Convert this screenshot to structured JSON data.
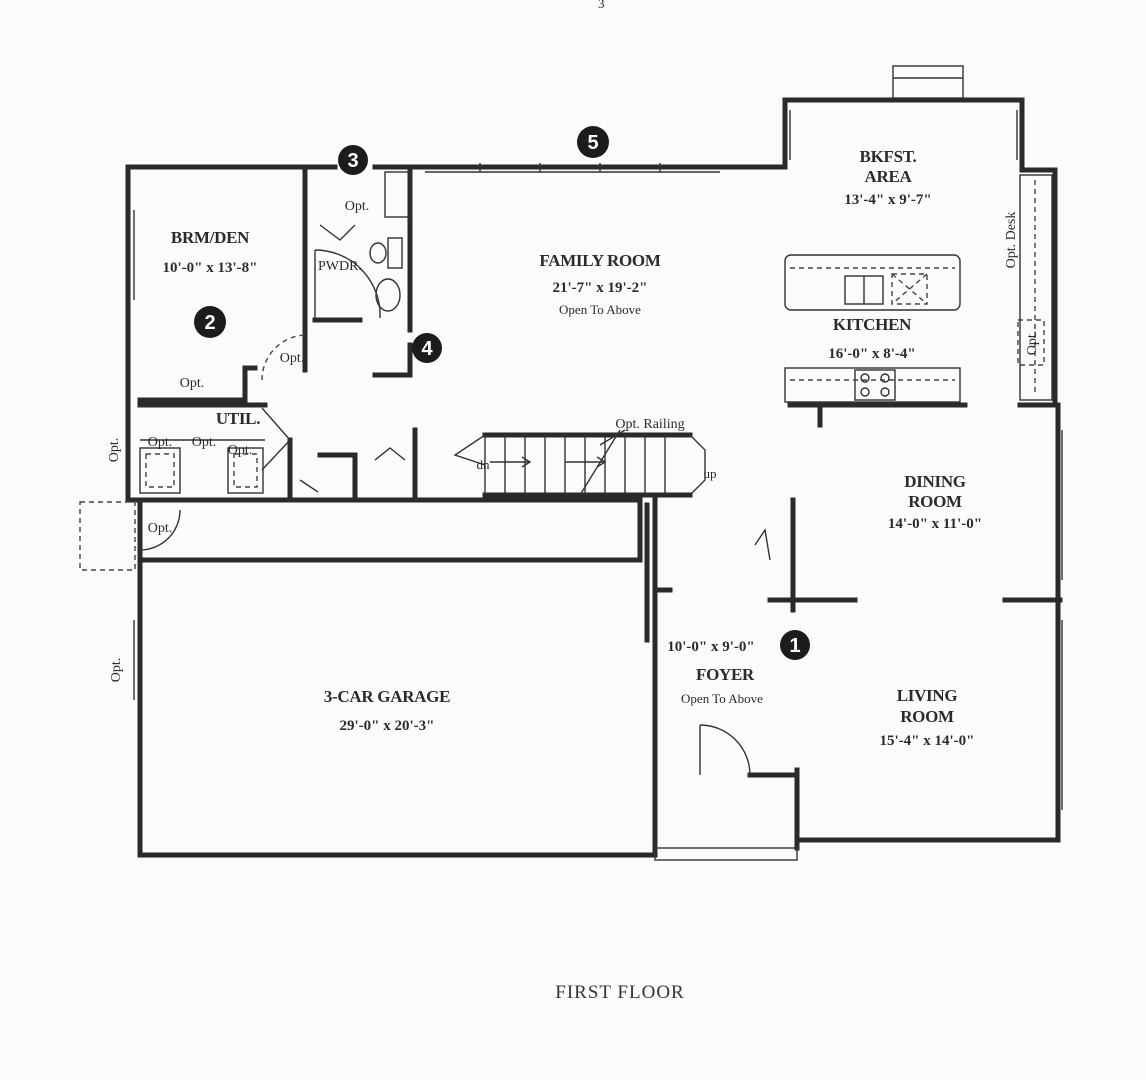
{
  "page": {
    "top_mark": "3",
    "title": "FIRST FLOOR"
  },
  "rooms": {
    "brm_den": {
      "name": "BRM/DEN",
      "dims": "10'-0\" x 13'-8\""
    },
    "pwdr": {
      "name": "PWDR."
    },
    "family_room": {
      "name": "FAMILY ROOM",
      "dims": "21'-7\" x 19'-2\"",
      "note": "Open To Above"
    },
    "bkfst_area": {
      "name_line1": "BKFST.",
      "name_line2": "AREA",
      "dims": "13'-4\" x 9'-7\""
    },
    "kitchen": {
      "name": "KITCHEN",
      "dims": "16'-0\" x 8'-4\""
    },
    "util": {
      "name": "UTIL."
    },
    "dining_room": {
      "name_line1": "DINING",
      "name_line2": "ROOM",
      "dims": "14'-0\" x 11'-0\""
    },
    "foyer": {
      "dims": "10'-0\" x 9'-0\"",
      "name": "FOYER",
      "note": "Open To Above"
    },
    "living_room": {
      "name_line1": "LIVING",
      "name_line2": "ROOM",
      "dims": "15'-4\" x 14'-0\""
    },
    "garage": {
      "name": "3-CAR GARAGE",
      "dims": "29'-0\" x 20'-3\""
    }
  },
  "options": {
    "opt": "Opt.",
    "opt_desk": "Opt. Desk",
    "opt_railing": "Opt. Railing"
  },
  "stairs": {
    "down": "dn",
    "up": "up"
  },
  "markers": [
    "1",
    "2",
    "3",
    "4",
    "5"
  ]
}
